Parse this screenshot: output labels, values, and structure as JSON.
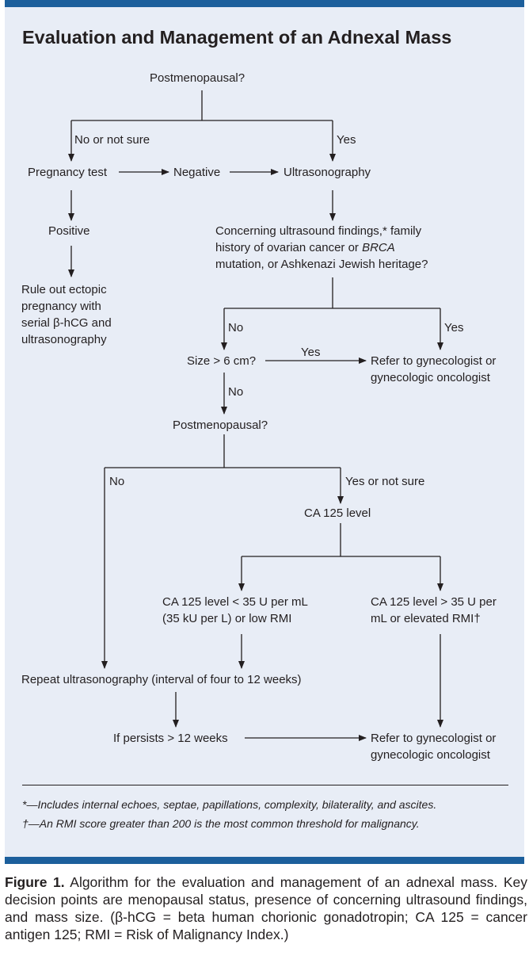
{
  "title": "Evaluation and Management of an Adnexal Mass",
  "nodes": {
    "postmeno1": "Postmenopausal?",
    "no_not_sure": "No or not sure",
    "yes1": "Yes",
    "pregnancy_test": "Pregnancy test",
    "negative": "Negative",
    "ultrasonography": "Ultrasonography",
    "positive": "Positive",
    "concerning_1": "Concerning ultrasound findings,* family",
    "concerning_2a": "history of ovarian cancer or ",
    "concerning_2b": "BRCA",
    "concerning_3": "mutation, or Ashkenazi Jewish heritage?",
    "ectopic_1": "Rule out ectopic",
    "ectopic_2": "pregnancy with",
    "ectopic_3": "serial β-hCG and",
    "ectopic_4": "ultrasonography",
    "no2": "No",
    "yes2": "Yes",
    "size": "Size > 6 cm?",
    "yes3": "Yes",
    "refer1_1": "Refer to gynecologist or",
    "refer1_2": "gynecologic oncologist",
    "no3": "No",
    "postmeno2": "Postmenopausal?",
    "no4": "No",
    "yes_not_sure": "Yes or not sure",
    "ca125": "CA 125 level",
    "ca_low_1": "CA 125 level < 35 U per mL",
    "ca_low_2": "(35 kU per L) or low RMI",
    "ca_high_1": "CA 125 level > 35 U per",
    "ca_high_2": "mL or elevated RMI†",
    "repeat": "Repeat ultrasonography (interval of four to 12 weeks)",
    "persists": "If persists > 12 weeks",
    "refer2_1": "Refer to gynecologist or",
    "refer2_2": "gynecologic oncologist"
  },
  "footnotes": {
    "star": "*—Includes internal echoes, septae, papillations, complexity, bilaterality, and ascites.",
    "dagger": "†—An RMI score greater than 200 is the most common threshold for malignancy."
  },
  "caption": {
    "label": "Figure 1.",
    "text": " Algorithm for the evaluation and management of an adnexal mass. Key decision points are menopausal status, presence of concerning ultrasound findings, and mass size. (β-hCG = beta human chorionic gonadotropin; CA 125 = cancer antigen 125; RMI = Risk of Malignancy Index.)"
  },
  "colors": {
    "panel": "#e8edf6",
    "accent_bar": "#1c5f9c",
    "text": "#231f20"
  }
}
